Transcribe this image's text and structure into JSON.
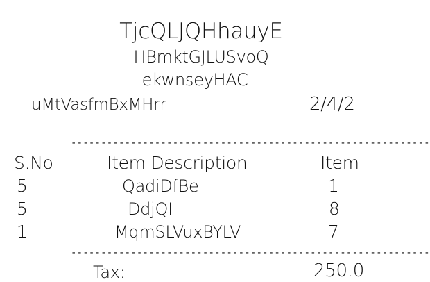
{
  "header": {
    "store_name": "TjcQLJQHhauyE",
    "line2": "HBmktGJLUSvoQ",
    "line3": "ekwnseyHAC",
    "customer": "uMtVasfmBxMHrr",
    "date": "2/4/2"
  },
  "divider": "------------------------------------------------------------",
  "table": {
    "headers": [
      "S.No",
      "Item Description",
      "Item"
    ],
    "rows": [
      {
        "sno": "5",
        "description": "QadiDfBe",
        "item": "1"
      },
      {
        "sno": "5",
        "description": "DdjQI",
        "item": "8"
      },
      {
        "sno": "1",
        "description": "MqmSLVuxBYLV",
        "item": "7"
      }
    ]
  },
  "totals": {
    "tax_label": "Tax:",
    "tax_value": "250.0"
  }
}
